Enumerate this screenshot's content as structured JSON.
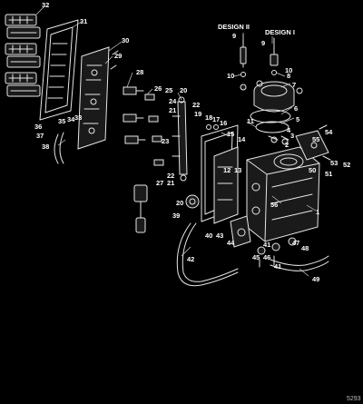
{
  "design_labels": {
    "design_ii": "DESIGN II",
    "design_i": "DESIGN I"
  },
  "figure_id": "5293",
  "callouts": {
    "n1": "1",
    "n2": "2",
    "n3": "3",
    "n4": "4",
    "n5": "5",
    "n6": "6",
    "n7": "7",
    "n8": "8",
    "n9a": "9",
    "n9b": "9",
    "n10a": "10",
    "n10b": "10",
    "n11": "11",
    "n12": "12",
    "n13": "13",
    "n14": "14",
    "n15": "15",
    "n16": "16",
    "n17": "17",
    "n18": "18",
    "n19": "19",
    "n20a": "20",
    "n20b": "20",
    "n21a": "21",
    "n21b": "21",
    "n22a": "22",
    "n22b": "22",
    "n23": "23",
    "n24": "24",
    "n25": "25",
    "n26": "26",
    "n27": "27",
    "n28": "28",
    "n29": "29",
    "n30": "30",
    "n31": "31",
    "n32": "32",
    "n33": "33",
    "n34": "34",
    "n35": "35",
    "n36": "36",
    "n37": "37",
    "n38": "38",
    "n39": "39",
    "n40": "40",
    "n41a": "41",
    "n41b": "41",
    "n42": "42",
    "n43": "43",
    "n44": "44",
    "n45": "45",
    "n46": "46",
    "n47": "47",
    "n48": "48",
    "n49": "49",
    "n50": "50",
    "n51": "51",
    "n52": "52",
    "n53": "53",
    "n54": "54",
    "n55": "55",
    "n56": "56"
  }
}
